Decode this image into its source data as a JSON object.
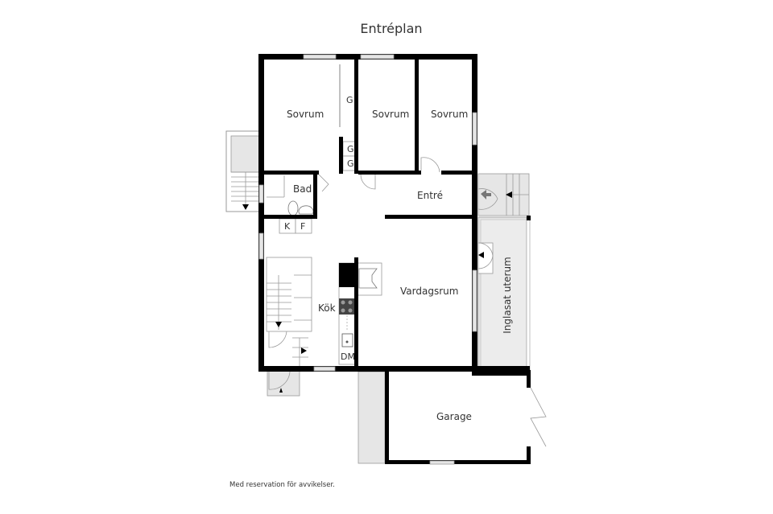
{
  "title": "Entréplan",
  "rooms": [
    {
      "id": "sovrum1",
      "label": "Sovrum"
    },
    {
      "id": "sovrum2",
      "label": "Sovrum"
    },
    {
      "id": "sovrum3",
      "label": "Sovrum"
    },
    {
      "id": "bad",
      "label": "Bad"
    },
    {
      "id": "entre",
      "label": "Entré"
    },
    {
      "id": "kok",
      "label": "Kök"
    },
    {
      "id": "vardagsrum",
      "label": "Vardagsrum"
    },
    {
      "id": "inglasat",
      "label": "Inglasat uterum"
    },
    {
      "id": "garage",
      "label": "Garage"
    }
  ],
  "fixtures": {
    "closet_g1": "G",
    "closet_g2": "G",
    "closet_g3": "G",
    "kyl": "K",
    "frys": "F",
    "diskmaskin": "DM"
  },
  "colors": {
    "wall": "#000000",
    "outdoor_fill": "#e6e6e6",
    "line": "#999999"
  },
  "disclaimer": "Med reservation för avvikelser."
}
